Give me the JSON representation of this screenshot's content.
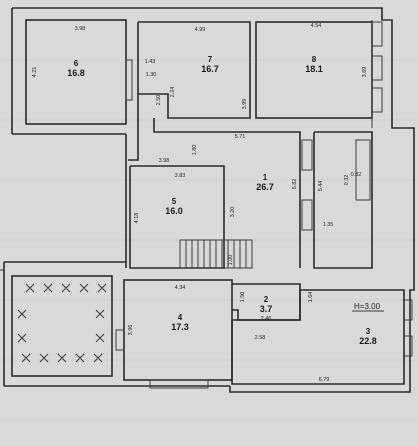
{
  "rooms": [
    {
      "id": "1",
      "number": "1",
      "area": "26.7"
    },
    {
      "id": "2",
      "number": "2",
      "area": "3.7"
    },
    {
      "id": "3",
      "number": "3",
      "area": "22.8"
    },
    {
      "id": "4",
      "number": "4",
      "area": "17.3"
    },
    {
      "id": "5",
      "number": "5",
      "area": "16.0"
    },
    {
      "id": "6",
      "number": "6",
      "area": "16.8"
    },
    {
      "id": "7",
      "number": "7",
      "area": "16.7"
    },
    {
      "id": "8",
      "number": "8",
      "area": "18.1"
    }
  ],
  "dimensions": [
    {
      "id": "d1",
      "text": "3.98"
    },
    {
      "id": "d2",
      "text": "4.21"
    },
    {
      "id": "d3",
      "text": "4.99"
    },
    {
      "id": "d4",
      "text": "4.54"
    },
    {
      "id": "d5",
      "text": "1.43"
    },
    {
      "id": "d6",
      "text": "1.30"
    },
    {
      "id": "d7",
      "text": "3.99"
    },
    {
      "id": "d8",
      "text": "3.69"
    },
    {
      "id": "d9",
      "text": "2.50"
    },
    {
      "id": "d10",
      "text": "2.24"
    },
    {
      "id": "d11",
      "text": "5.71"
    },
    {
      "id": "d12",
      "text": "1.80"
    },
    {
      "id": "d13",
      "text": "3.98"
    },
    {
      "id": "d14",
      "text": "3.83"
    },
    {
      "id": "d15",
      "text": "5.82"
    },
    {
      "id": "d16",
      "text": "5.44"
    },
    {
      "id": "d17",
      "text": "0.32"
    },
    {
      "id": "d18",
      "text": "0.32"
    },
    {
      "id": "d19",
      "text": "4.18"
    },
    {
      "id": "d20",
      "text": "3.20"
    },
    {
      "id": "d21",
      "text": "1.35"
    },
    {
      "id": "d22",
      "text": "1.00"
    },
    {
      "id": "d23",
      "text": "4.34"
    },
    {
      "id": "d24",
      "text": "1.50"
    },
    {
      "id": "d25",
      "text": "1.64"
    },
    {
      "id": "d26",
      "text": "3.96"
    },
    {
      "id": "d27",
      "text": "2.46"
    },
    {
      "id": "d28",
      "text": "2.58"
    },
    {
      "id": "d29",
      "text": "6.79"
    }
  ],
  "height_label": "H=3.00"
}
